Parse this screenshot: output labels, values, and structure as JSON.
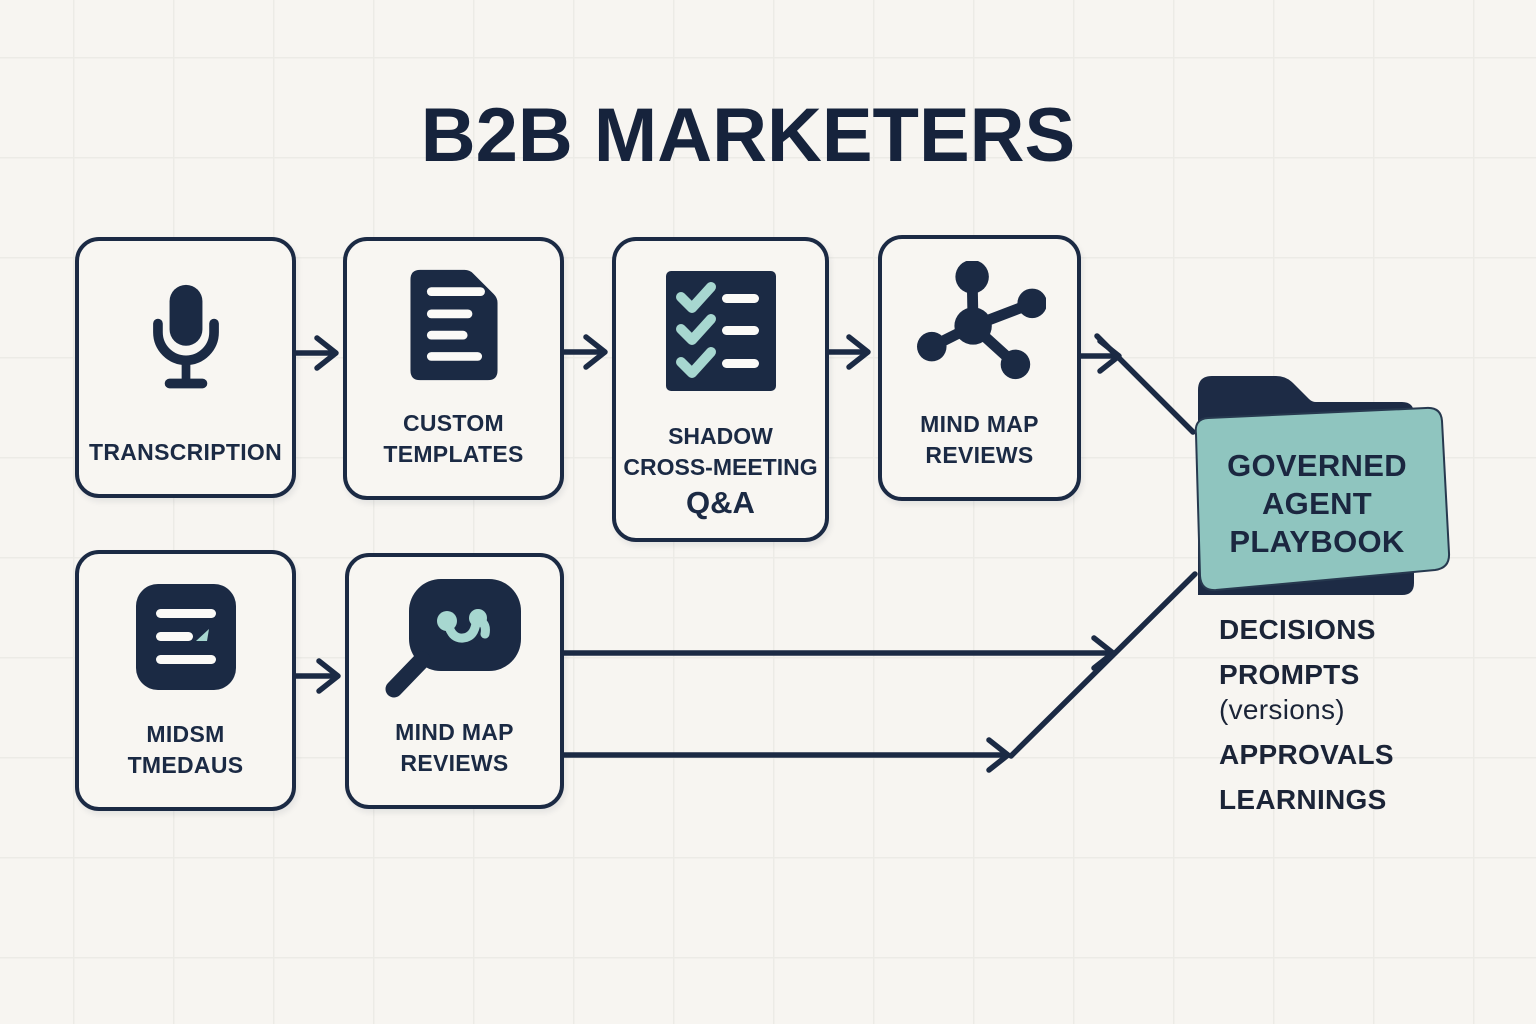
{
  "title": "B2B MARKETERS",
  "colors": {
    "navy": "#1b2a44",
    "teal": "#8fc5bf",
    "teal_light": "#a7d7d0",
    "background": "#f7f5f1"
  },
  "top_row": [
    {
      "label": "TRANSCRIPTION",
      "icon": "microphone-icon"
    },
    {
      "label": "CUSTOM\nTEMPLATES",
      "icon": "document-icon"
    },
    {
      "label": "SHADOW\nCROSS-MEETING",
      "label_emphasis": "Q&A",
      "icon": "checklist-icon"
    },
    {
      "label": "MIND MAP\nREVIEWS",
      "icon": "node-graph-icon"
    }
  ],
  "bottom_row": [
    {
      "label": "MIDSM\nTMEDAUS",
      "icon": "notes-icon"
    },
    {
      "label": "MIND MAP\nREVIEWS",
      "icon": "magnifier-icon"
    }
  ],
  "folder": {
    "label": "GOVERNED\nAGENT\nPLAYBOOK",
    "icon": "folder-icon"
  },
  "outputs": [
    {
      "label": "DECISIONS"
    },
    {
      "label": "PROMPTS",
      "sublabel": "(versions)"
    },
    {
      "label": "APPROVALS"
    },
    {
      "label": "LEARNINGS"
    }
  ]
}
